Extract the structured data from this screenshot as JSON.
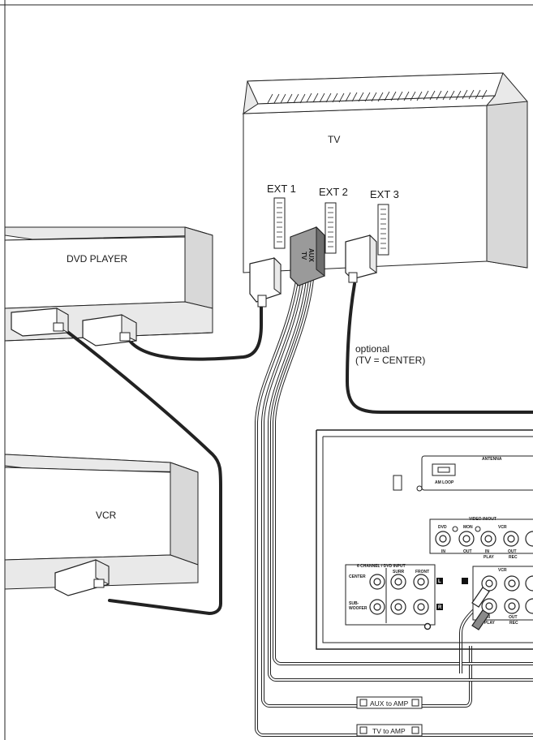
{
  "labels": {
    "tv": "TV",
    "ext1": "EXT 1",
    "ext2": "EXT 2",
    "ext3": "EXT 3",
    "scart_tv": "TV",
    "scart_aux": "AUX",
    "dvd_player": "DVD PLAYER",
    "vcr": "VCR",
    "optional_line1": "optional",
    "optional_line2": "(TV = CENTER)",
    "antenna": "ANTENNA",
    "am_loop": "AM LOOP",
    "video_in_out": "VIDEO IN/OUT",
    "dvd_jack": "DVD",
    "mon_jack": "MON",
    "vcr_jack": "VCR",
    "in_1": "IN",
    "out_1": "OUT",
    "in_play": "IN",
    "play": "PLAY",
    "out_rec": "OUT",
    "rec": "REC",
    "six_channel": "6 CHANNEL / DVD INPUT",
    "center": "CENTER",
    "surr": "SURR",
    "front": "FRONT",
    "sub": "SUB-",
    "woofer": "WOOFER",
    "l_badge": "L",
    "r_badge": "R",
    "vcr_audio": "VCR",
    "in_play_2": "IN",
    "play_2": "PLAY",
    "out_rec_2": "OUT",
    "rec_2": "REC",
    "aux_to_amp": "AUX to AMP",
    "tv_to_amp": "TV to AMP"
  }
}
